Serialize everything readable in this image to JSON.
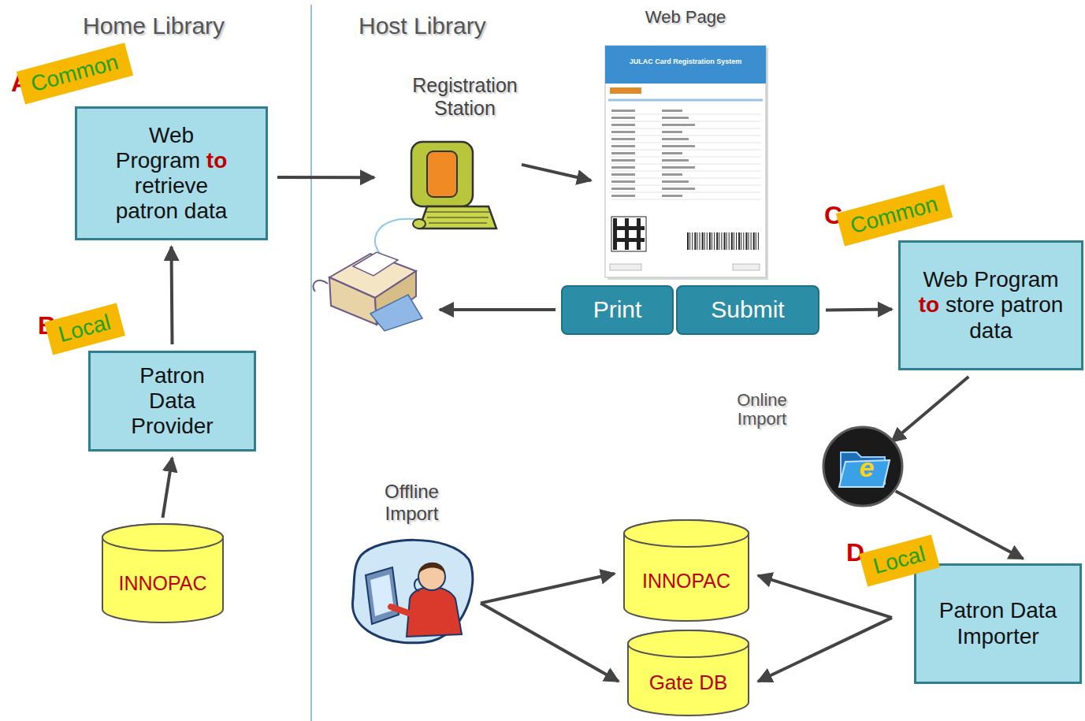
{
  "diagram": {
    "nodes": [
      {
        "text": [
          "Web Program to retrieve patron data"
        ]
      },
      {
        "text": [
          "Patron Data Provider"
        ]
      },
      {
        "text": [
          "INNOPAC"
        ]
      },
      {
        "text": [
          "Registration Station"
        ]
      },
      {
        "text": [
          "Web Page",
          "JULAC Card Registration System"
        ]
      },
      {
        "text": [
          "Print"
        ]
      },
      {
        "text": [
          "Submit"
        ]
      },
      {
        "text": [
          "Web Program to store patron data"
        ]
      },
      {
        "text": [
          "e"
        ]
      },
      {
        "text": [
          "Offline Import"
        ]
      },
      {
        "text": [
          "INNOPAC"
        ]
      },
      {
        "text": [
          "Gate DB"
        ]
      },
      {
        "text": [
          "Patron Data Importer"
        ]
      }
    ],
    "edges": [
      {
        "from": 2,
        "to": 1,
        "arrow": "to"
      },
      {
        "from": 1,
        "to": 0,
        "arrow": "to"
      },
      {
        "from": 0,
        "to": 3,
        "arrow": "to"
      },
      {
        "from": 3,
        "to": 4,
        "arrow": "to"
      },
      {
        "from": 6,
        "to": 7,
        "arrow": "to"
      },
      {
        "from": 7,
        "to": 8,
        "arrow": "to"
      },
      {
        "from": 8,
        "to": 12,
        "arrow": "to"
      },
      {
        "from": 12,
        "to": 10,
        "arrow": "to"
      },
      {
        "from": 12,
        "to": 11,
        "arrow": "to"
      },
      {
        "from": 9,
        "to": 10,
        "arrow": "to"
      },
      {
        "from": 9,
        "to": 11,
        "arrow": "to"
      }
    ],
    "labels": [
      "Home Library",
      "Host Library",
      "A",
      "Common",
      "B",
      "Local",
      "C",
      "Common",
      "Online Import",
      "D",
      "Local"
    ]
  }
}
